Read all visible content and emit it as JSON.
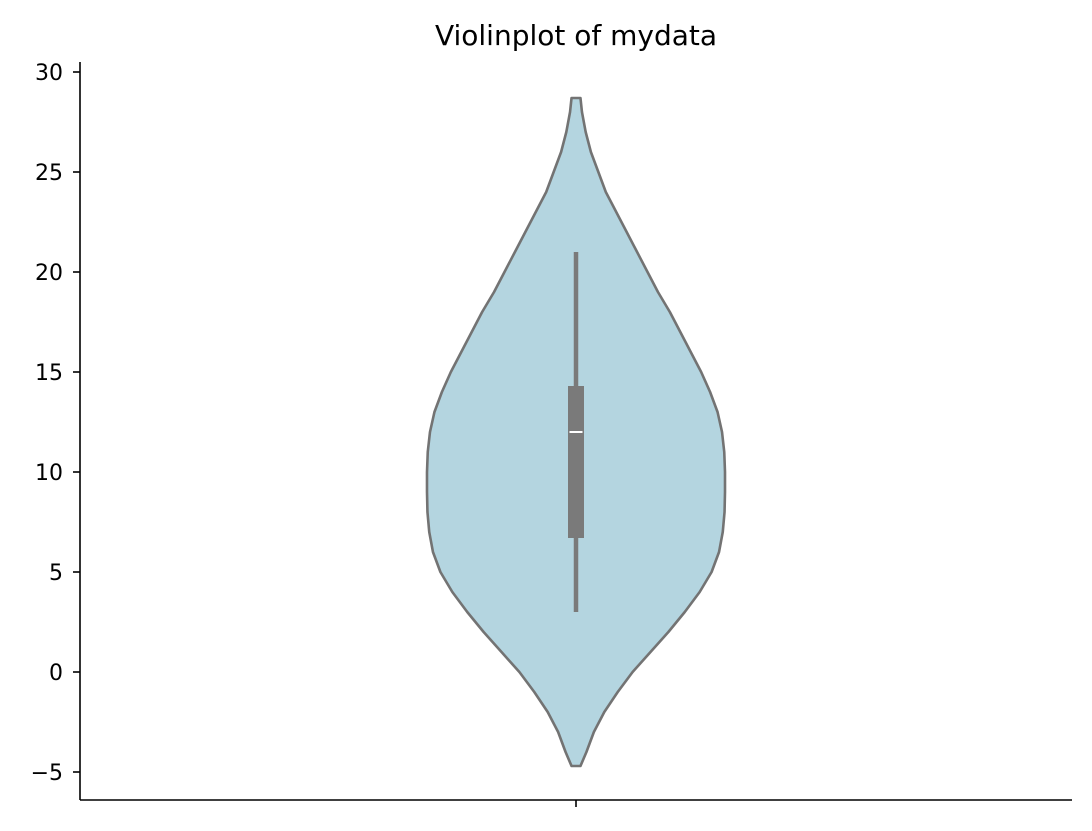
{
  "chart_data": {
    "type": "violin",
    "title": "Violinplot of mydata",
    "xlabel": "",
    "ylabel": "",
    "ylim": [
      -6.4,
      30.5
    ],
    "yticks": [
      -5,
      0,
      5,
      10,
      15,
      20,
      25,
      30
    ],
    "ytick_labels": [
      "−5",
      "0",
      "5",
      "10",
      "15",
      "20",
      "25",
      "30"
    ],
    "xtick_labels": [
      ""
    ],
    "grid": false,
    "colors": {
      "fill": "#b4d5e0",
      "edge": "#737373",
      "box": "#7a7a7a",
      "median": "#ffffff",
      "axis": "#000000"
    },
    "violin": {
      "kde_min": -4.7,
      "kde_max": 28.7,
      "density_profile": [
        [
          -4.7,
          0.03
        ],
        [
          -4.0,
          0.07
        ],
        [
          -3.0,
          0.12
        ],
        [
          -2.0,
          0.19
        ],
        [
          -1.0,
          0.28
        ],
        [
          0.0,
          0.38
        ],
        [
          1.0,
          0.5
        ],
        [
          2.0,
          0.62
        ],
        [
          3.0,
          0.73
        ],
        [
          4.0,
          0.83
        ],
        [
          5.0,
          0.91
        ],
        [
          6.0,
          0.96
        ],
        [
          7.0,
          0.985
        ],
        [
          8.0,
          0.997
        ],
        [
          9.0,
          1.0
        ],
        [
          10.0,
          1.0
        ],
        [
          11.0,
          0.995
        ],
        [
          12.0,
          0.98
        ],
        [
          13.0,
          0.95
        ],
        [
          14.0,
          0.9
        ],
        [
          15.0,
          0.84
        ],
        [
          16.0,
          0.77
        ],
        [
          17.0,
          0.7
        ],
        [
          18.0,
          0.63
        ],
        [
          19.0,
          0.55
        ],
        [
          20.0,
          0.48
        ],
        [
          21.0,
          0.41
        ],
        [
          22.0,
          0.34
        ],
        [
          23.0,
          0.27
        ],
        [
          24.0,
          0.2
        ],
        [
          25.0,
          0.15
        ],
        [
          26.0,
          0.1
        ],
        [
          27.0,
          0.065
        ],
        [
          28.0,
          0.04
        ],
        [
          28.7,
          0.03
        ]
      ],
      "whisker_low": 3.0,
      "q1": 6.7,
      "median": 12.0,
      "q3": 14.3,
      "whisker_high": 21.0
    }
  }
}
